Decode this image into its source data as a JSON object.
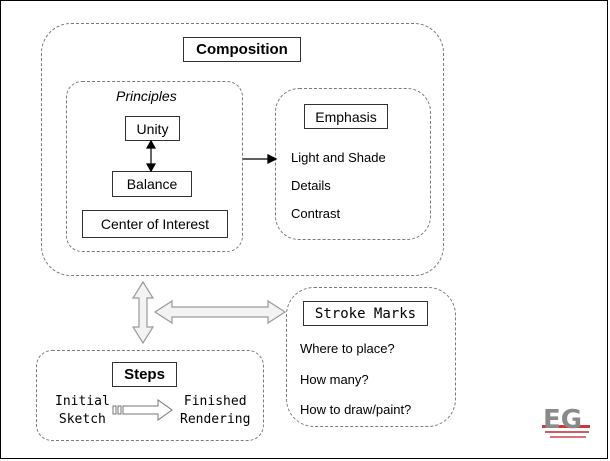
{
  "composition": {
    "title": "Composition",
    "principles": {
      "heading": "Principles",
      "unity": "Unity",
      "balance": "Balance",
      "center": "Center of Interest"
    },
    "emphasis": {
      "title": "Emphasis",
      "items": [
        "Light and Shade",
        "Details",
        "Contrast"
      ]
    }
  },
  "steps": {
    "title": "Steps",
    "start": [
      "Initial",
      "Sketch"
    ],
    "end": [
      "Finished",
      "Rendering"
    ]
  },
  "stroke": {
    "title": "Stroke Marks",
    "items": [
      "Where to place?",
      "How many?",
      "How to draw/paint?"
    ]
  },
  "logo": {
    "text": "EG"
  }
}
